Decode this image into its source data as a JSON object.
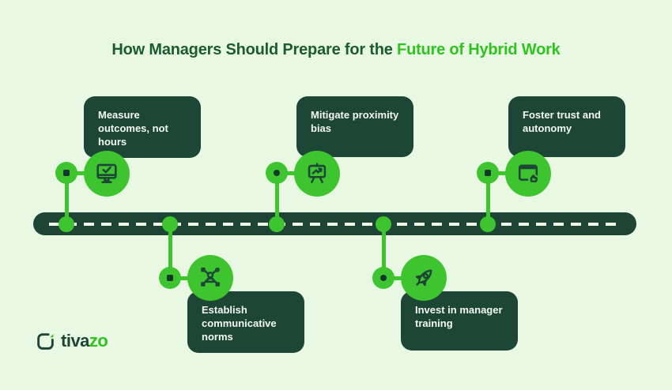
{
  "title": {
    "prefix": "How Managers Should Prepare for the",
    "highlight": "Future of Hybrid Work"
  },
  "milestones": [
    {
      "label": "Measure outcomes, not hours",
      "icon": "monitor-check-icon",
      "position": "top"
    },
    {
      "label": "Establish communicative norms",
      "icon": "person-network-icon",
      "position": "bottom"
    },
    {
      "label": "Mitigate proximity bias",
      "icon": "presentation-chart-icon",
      "position": "top"
    },
    {
      "label": "Invest in manager training",
      "icon": "rocket-icon",
      "position": "bottom"
    },
    {
      "label": "Foster trust and autonomy",
      "icon": "browser-thumbs-up-icon",
      "position": "top"
    }
  ],
  "logo": {
    "name_dark": "tiva",
    "name_accent": "zo"
  },
  "colors": {
    "background": "#e9f8e2",
    "panel_dark": "#1d4636",
    "timeline_dark": "#1d4435",
    "accent_green": "#3ec42e",
    "title_green": "#1a5c2e",
    "highlight_green": "#2fc320",
    "text_light": "#f4faef",
    "dash_light": "#eefae7"
  }
}
